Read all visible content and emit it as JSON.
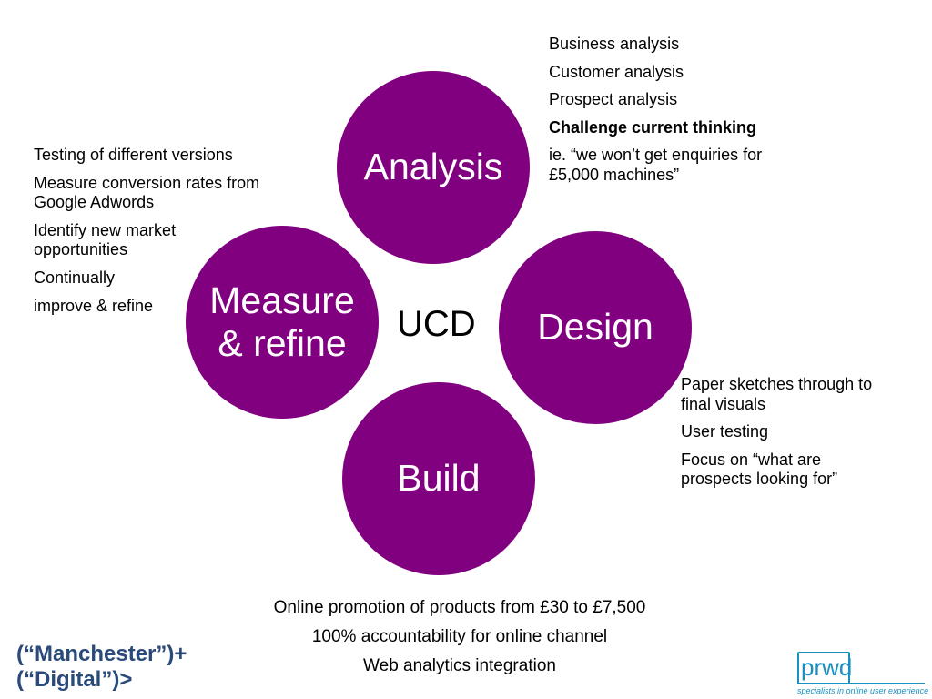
{
  "center_label": "UCD",
  "colors": {
    "circle": "#800080",
    "logo_accent": "#1a8fc0"
  },
  "circles": {
    "analysis": "Analysis",
    "design": "Design",
    "build": "Build",
    "measure_line1": "Measure",
    "measure_line2": "& refine"
  },
  "analysis_notes": {
    "line1": "Business analysis",
    "line2": "Customer analysis",
    "line3": "Prospect analysis",
    "line4": "Challenge current thinking",
    "line5a": "ie. “we won’t get enquiries for",
    "line5b": "£5,000 machines”"
  },
  "measure_notes": {
    "line1": "Testing of different versions",
    "line2a": "Measure conversion rates from",
    "line2b": "Google Adwords",
    "line3a": "Identify new market",
    "line3b": "opportunities",
    "line4": "Continually",
    "line5": "improve & refine"
  },
  "design_notes": {
    "line1a": "Paper sketches through to",
    "line1b": "final visuals",
    "line2": "User testing",
    "line3a": "Focus on “what are",
    "line3b": "prospects looking for”"
  },
  "build_notes": {
    "line1": "Online promotion of products from £30 to £7,500",
    "line2": "100% accountability for online channel",
    "line3": "Web analytics integration"
  },
  "logos": {
    "manchester_line1": "(“Manchester”)+",
    "manchester_line2": "(“Digital”)>",
    "prwd_word": "prwd",
    "prwd_tagline": "specialists in online user experience"
  }
}
